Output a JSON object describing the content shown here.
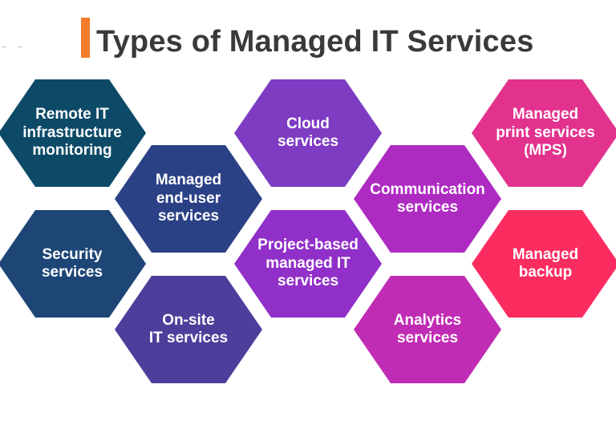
{
  "title": "Types of Managed IT Services",
  "colors": {
    "accent_bar": "#f47b2a",
    "title_text": "#3a3a3a",
    "hex_colors": [
      "#0d4a68",
      "#2b4186",
      "#1d4677",
      "#4c3f9c",
      "#7d3cc2",
      "#9130c8",
      "#ae2bc2",
      "#c02cb4",
      "#e2328e",
      "#fb2d60"
    ]
  },
  "services": [
    {
      "label": "Remote IT\ninfrastructure\nmonitoring"
    },
    {
      "label": "Managed\nend-user\nservices"
    },
    {
      "label": "Security\nservices"
    },
    {
      "label": "On-site\nIT services"
    },
    {
      "label": "Cloud\nservices"
    },
    {
      "label": "Project-based\nmanaged IT\nservices"
    },
    {
      "label": "Communication\nservices"
    },
    {
      "label": "Analytics\nservices"
    },
    {
      "label": "Managed\nprint services\n(MPS)"
    },
    {
      "label": "Managed\nbackup"
    }
  ]
}
